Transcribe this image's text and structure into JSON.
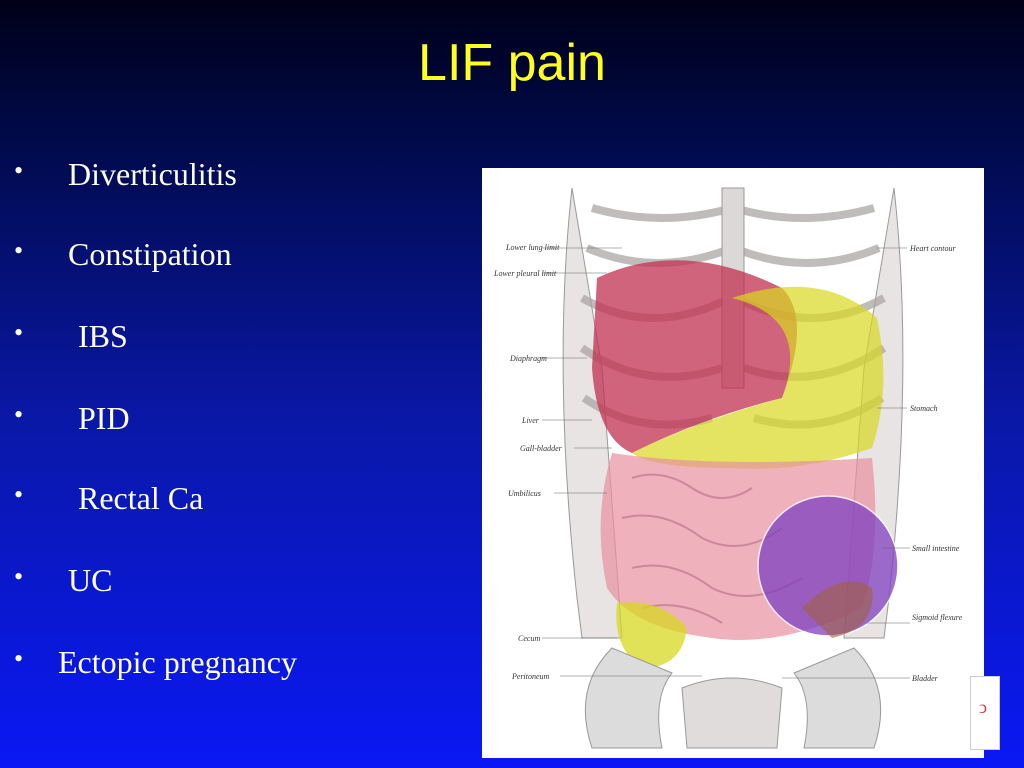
{
  "slide": {
    "title": "LIF pain"
  },
  "bullets": [
    "Diverticulitis",
    "Constipation",
    "IBS",
    "PID",
    "Rectal Ca",
    "UC",
    "Ectopic pregnancy"
  ],
  "bullet_symbol": "•",
  "figure": {
    "labels_left": [
      "Lower lung limit",
      "Lower pleural limit",
      "Diaphragm",
      "Liver",
      "Gall-bladder",
      "Umbilicus",
      "Cecum",
      "Peritoneum"
    ],
    "labels_right": [
      "Heart contour",
      "Stomach",
      "Small intestine",
      "Sigmoid flexure",
      "Bladder"
    ],
    "highlight_colors": {
      "liver": "#c03050",
      "stomach": "#d8d820",
      "small_intestine": "#e890a0",
      "lif_circle": "#8040c0"
    }
  }
}
